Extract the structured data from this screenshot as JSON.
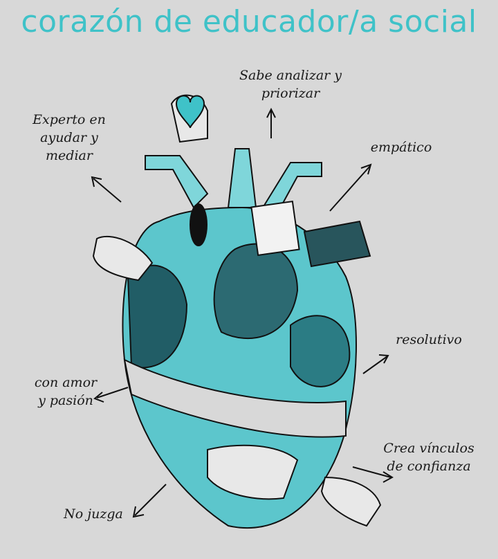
{
  "title": "corazón de educador/a social",
  "labels": {
    "analyze": "Sabe analizar y priorizar",
    "expert": "Experto en ayudar y mediar",
    "empathic": "empático",
    "resolute": "resolutivo",
    "love": "con amor y pasión",
    "bonds": "Crea vínculos de confianza",
    "nojudge": "No juzga"
  },
  "colors": {
    "accent": "#3fc2c8",
    "dark_teal": "#1f5e66",
    "mid_teal": "#3aaab2",
    "light_teal": "#8fdde0"
  }
}
